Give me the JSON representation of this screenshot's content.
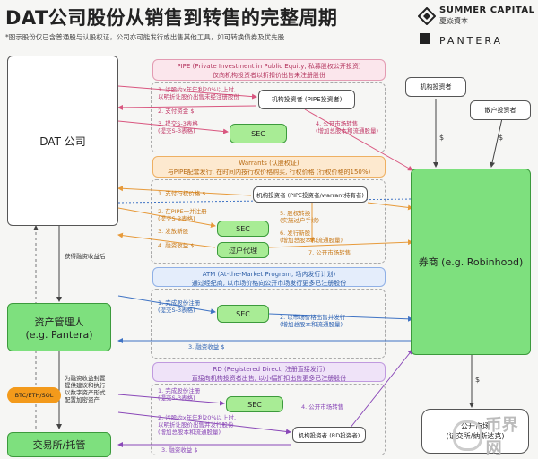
{
  "header": {
    "title": "DAT公司股份从销售到转售的完整周期",
    "subtitle": "*图示股份仅已含普通股与认股权证，公司亦可能发行或出售其他工具，如可转换债券及优先股",
    "brand_name": "SUMMER CAPITAL",
    "brand_cn": "夏焱資本",
    "partner": "PANTERA"
  },
  "nodes": {
    "dat": "DAT 公司",
    "asset_manager": "资产管理人\n(e.g. Pantera)",
    "exchange": "交易所/托管",
    "broker": "券商 (e.g. Robinhood)",
    "public_market": "公开市场\n(证交所/纳斯达克)",
    "inst_investor": "机构投资者",
    "retail_investor": "散户投资者",
    "btc_eth_sol": "BTC/ETH/SOL"
  },
  "sections": {
    "pipe": {
      "band": "PIPE (Private Investment in Public Equity, 私募股权公开投资)\n仅向机构投资者以折扣价出售未注册股份",
      "investor": "机构投资者 (PIPE投资者)",
      "sec": "SEC",
      "steps": [
        "1. 涉股约x年年利20%以上时,\n以明折让股价出售未经注册股份",
        "2. 支付资金 $",
        "3. 提交S-3表格\n(提交S-3表格)",
        "4. 公开市场转售\n(增加总股本和流通股量)"
      ]
    },
    "warrants": {
      "band": "Warrants (认股权证)\n与PIPE配套发行, 在时间内按行权价格购买, 行权价格 (行权价格的150%)",
      "investor": "机构投资者 (PIPE投资者/warrant持有者)",
      "sec": "SEC",
      "agent": "过户代理",
      "steps": [
        "1. 支付行权价格 $",
        "2. 在PIPE一并注册\n(提交S-3表格)",
        "3. 发放新股",
        "4. 融资收益 $",
        "5. 股权转换\n(实施过户手续)",
        "6. 发行新股\n(增加总股本和流通股量)",
        "7. 公开市场转售"
      ]
    },
    "atm": {
      "band": "ATM (At-the-Market Program, 场内发行计划)\n通过经纪商, 以市场价格向公开市场发行更多已注册股份",
      "sec": "SEC",
      "steps": [
        "1. 完成股份注册\n(提交S-3表格)",
        "2. 以市场价格出售并发行\n(增加总股本和流通股量)",
        "3. 融资收益 $"
      ]
    },
    "rd": {
      "band": "RD (Registered Direct, 注册直接发行)\n直接向机构投资者出售, 以小幅折扣出售更多已注册股份",
      "investor": "机构投资者 (RD投资者)",
      "sec": "SEC",
      "steps": [
        "1. 完成股份注册\n(提交S-3表格)",
        "2. 涉股约x年年利20%以上时,\n以明折让股价出售并发行股份\n(增加总股本和流通股量)",
        "3. 融资收益 $",
        "4. 公开市场转售"
      ]
    }
  },
  "edges": {
    "manage_funds": "获得融资收益后",
    "buy_btc": "为融资收益封置\n提供建议和执行\n以数字资产形式\n配置加密资产",
    "dollar": "$"
  },
  "colors": {
    "green": "#7ee07e",
    "pink": "#e39bb2",
    "orange": "#eeb063",
    "blue": "#8fb0e6",
    "purple": "#c09adf",
    "btc": "#f39a1b"
  },
  "watermark": "币界网"
}
